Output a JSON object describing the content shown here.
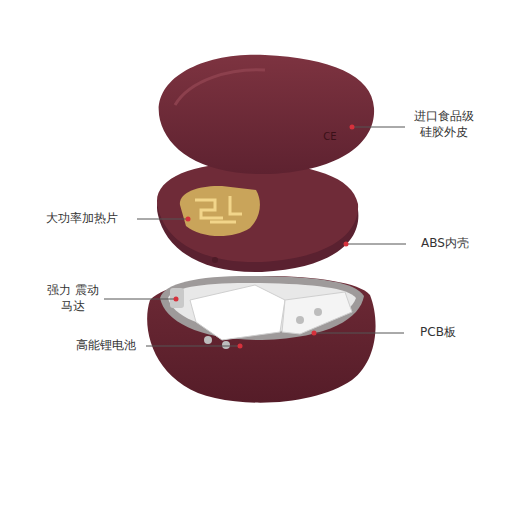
{
  "diagram": {
    "labels": [
      "进口食品级 硅胶外皮",
      "CE",
      "大功率加热片",
      "ABS内壳",
      "强力 震动马达",
      "PCB板",
      "高能锂电池"
    ]
  }
}
